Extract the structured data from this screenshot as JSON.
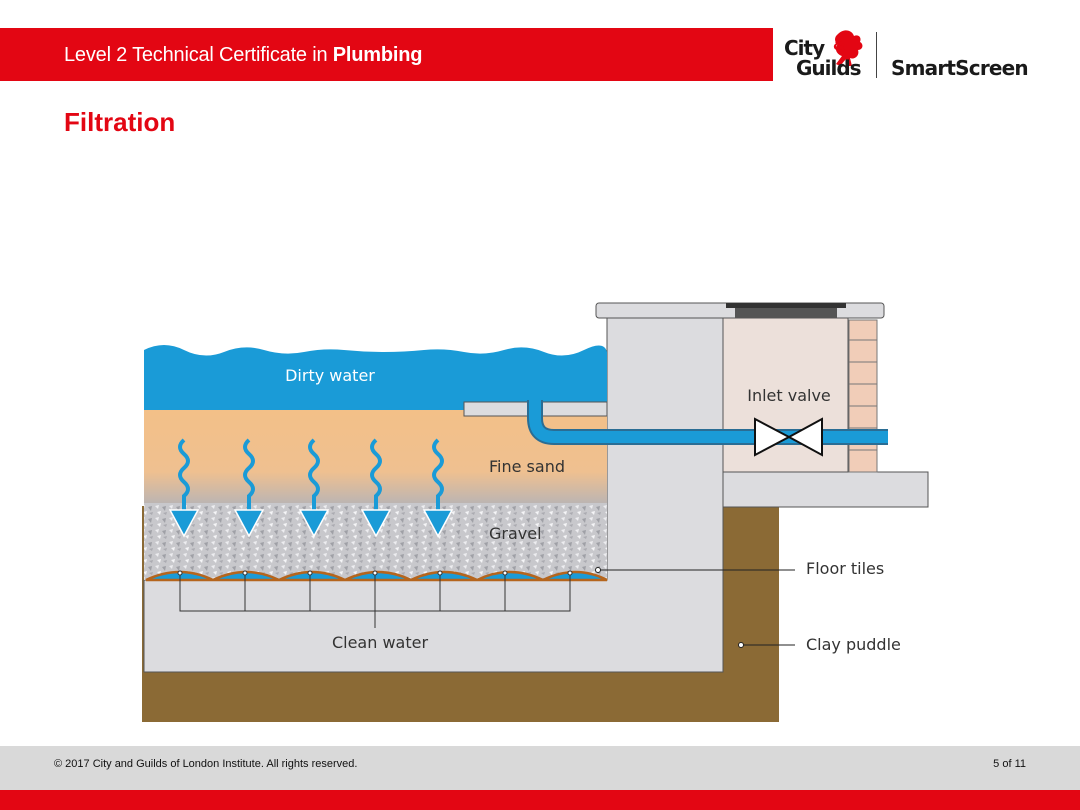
{
  "header": {
    "course_prefix": "Level 2 Technical Certificate in ",
    "course_subject": "Plumbing"
  },
  "logo": {
    "city": "City",
    "ampersand": "&",
    "guilds": "Guilds",
    "product": "SmartScreen"
  },
  "slide": {
    "title": "Filtration"
  },
  "diagram": {
    "labels": {
      "dirty_water": "Dirty water",
      "fine_sand": "Fine sand",
      "gravel": "Gravel",
      "clean_water": "Clean water",
      "inlet_valve": "Inlet valve",
      "floor_tiles": "Floor tiles",
      "clay_puddle": "Clay puddle"
    },
    "colors": {
      "water": "#1a9bd7",
      "sand": "#f3c088",
      "gravel": "#c4c4c8",
      "concrete": "#dcdcdf",
      "clay": "#8b6a35",
      "brick": "#f1cdb8"
    }
  },
  "footer": {
    "copyright": "© 2017 City and Guilds of London Institute. All rights reserved.",
    "page": "5 of 11"
  },
  "brand_colors": {
    "red": "#e30613",
    "footer_grey": "#d9d9d9"
  }
}
